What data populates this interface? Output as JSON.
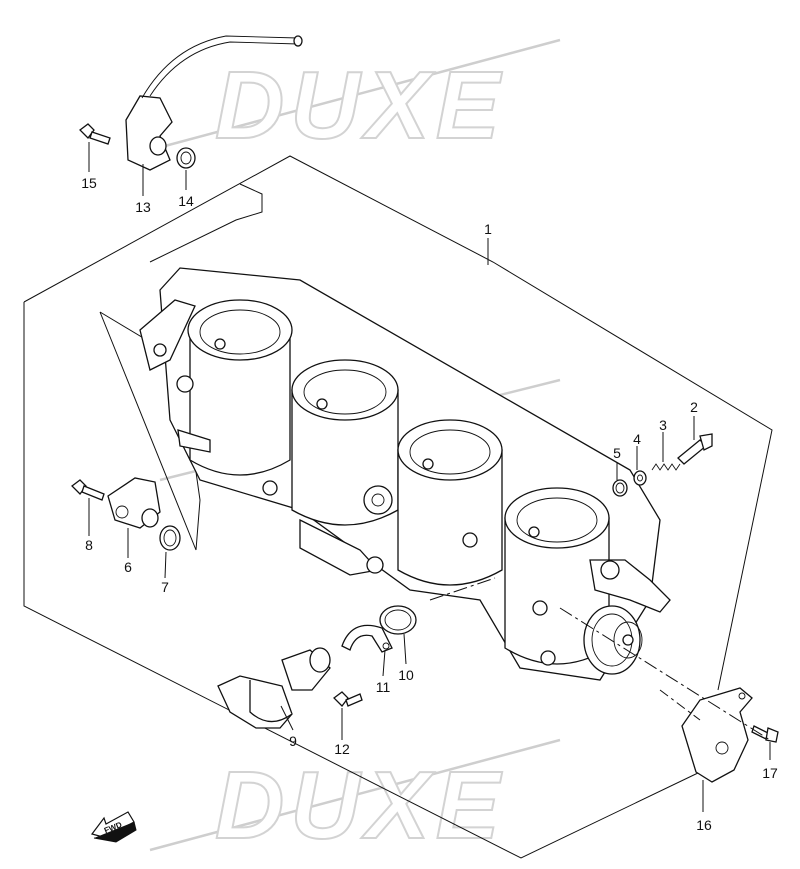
{
  "watermark": {
    "text": "DUXE"
  },
  "fwd_label": "FWD",
  "callouts": [
    {
      "id": "1",
      "text": "1"
    },
    {
      "id": "2",
      "text": "2"
    },
    {
      "id": "3",
      "text": "3"
    },
    {
      "id": "4",
      "text": "4"
    },
    {
      "id": "5",
      "text": "5"
    },
    {
      "id": "6",
      "text": "6"
    },
    {
      "id": "7",
      "text": "7"
    },
    {
      "id": "8",
      "text": "8"
    },
    {
      "id": "9",
      "text": "9"
    },
    {
      "id": "10",
      "text": "10"
    },
    {
      "id": "11",
      "text": "11"
    },
    {
      "id": "12",
      "text": "12"
    },
    {
      "id": "13",
      "text": "13"
    },
    {
      "id": "14",
      "text": "14"
    },
    {
      "id": "15",
      "text": "15"
    },
    {
      "id": "16",
      "text": "16"
    },
    {
      "id": "17",
      "text": "17"
    }
  ]
}
